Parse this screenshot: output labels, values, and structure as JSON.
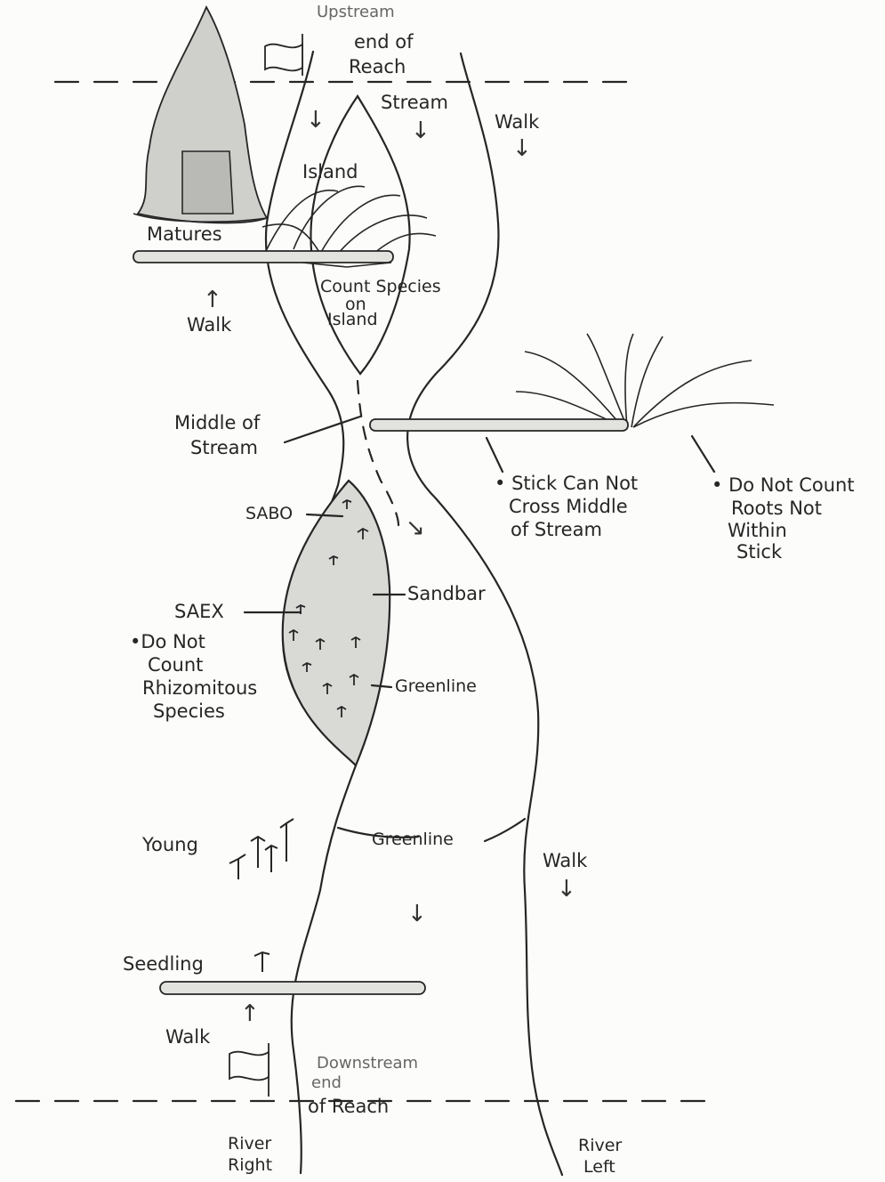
{
  "labels": {
    "upstream_line1": "Upstream",
    "upstream_line2": "end of",
    "upstream_line3": "Reach",
    "stream": "Stream",
    "walk_top_right": "Walk",
    "island": "Island",
    "matures": "Matures",
    "count_species_l1": "Count Species",
    "count_species_l2": "on",
    "count_species_l3": "Island",
    "walk_upper_left": "Walk",
    "middle_of_stream_l1": "Middle of",
    "middle_of_stream_l2": "Stream",
    "stick_note_l1": "Stick Can Not",
    "stick_note_l2": "Cross Middle",
    "stick_note_l3": "of Stream",
    "roots_note_l1": "Do Not Count",
    "roots_note_l2": "Roots Not",
    "roots_note_l3": "Within",
    "roots_note_l4": "Stick",
    "sabo": "SABO",
    "sandbar": "Sandbar",
    "saex": "SAEX",
    "rhizo_l1": "Do Not",
    "rhizo_l2": "Count",
    "rhizo_l3": "Rhizomitous",
    "rhizo_l4": "Species",
    "greenline_sandbar": "Greenline",
    "young": "Young",
    "greenline_lower": "Greenline",
    "walk_lower_right": "Walk",
    "seedling": "Seedling",
    "walk_lower_left": "Walk",
    "downstream_l1": "Downstream",
    "downstream_l2": "end",
    "downstream_l3": "of Reach",
    "river_right_l1": "River",
    "river_right_l2": "Right",
    "river_left_l1": "River",
    "river_left_l2": "Left"
  },
  "icons": {
    "down_arrow": "↓",
    "up_arrow": "↑",
    "diag_arrow": "↘",
    "bullet": "•"
  },
  "colors": {
    "ink": "#262626",
    "sandbar_fill": "#d9d9d6",
    "tree_fill": "#cfcfcb",
    "stick_fill": "#e2e2de"
  }
}
